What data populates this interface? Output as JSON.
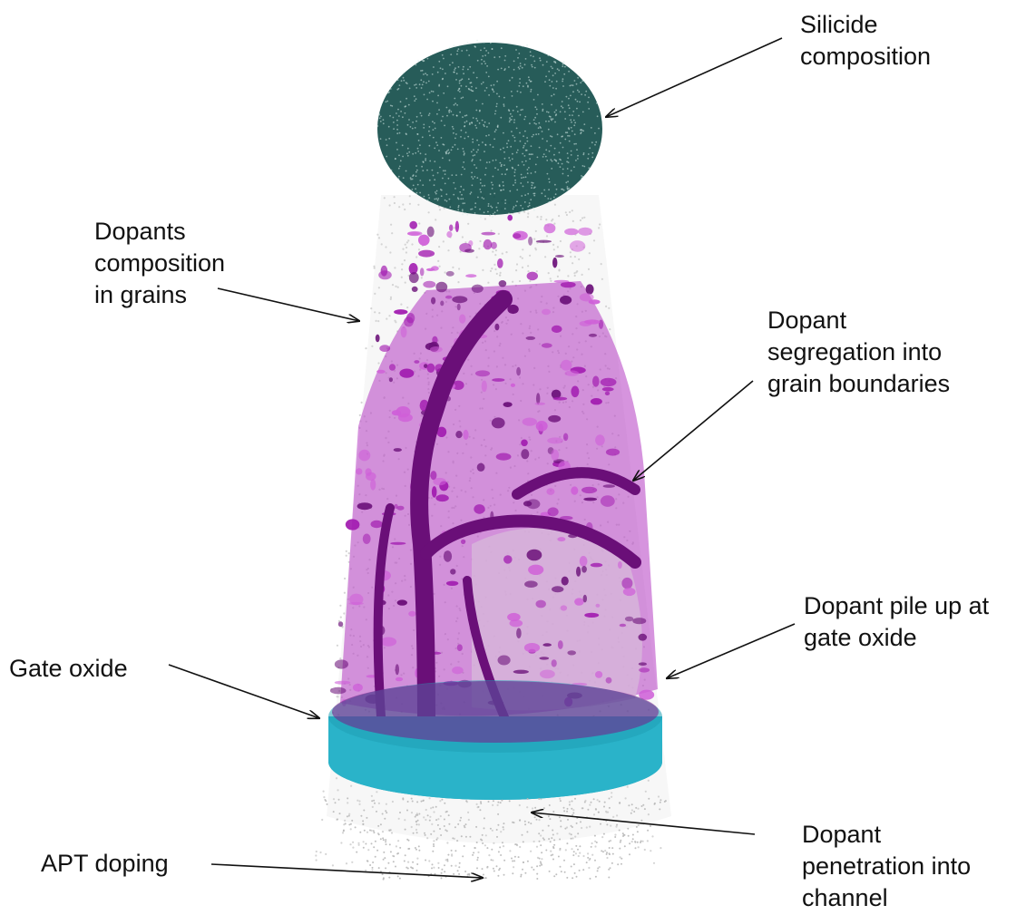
{
  "colors": {
    "silicide": "#0f4a47",
    "dopant": "#a21cb0",
    "dopant_dark": "#6a0f78",
    "dopant_light": "#cf5fd8",
    "gate_oxide": "#2ab3c9",
    "background_atoms": "#cfcfcf",
    "text": "#111111"
  },
  "labels": {
    "silicide": [
      "Silicide",
      "composition"
    ],
    "dopants_grains": [
      "Dopants",
      "composition",
      "in grains"
    ],
    "segregation": [
      "Dopant",
      "segregation into",
      "grain boundaries"
    ],
    "pile_up": [
      "Dopant pile up at",
      "gate oxide"
    ],
    "gate_oxide": [
      "Gate oxide"
    ],
    "apt_doping": [
      "APT doping"
    ],
    "penetration": [
      "Dopant",
      "penetration into",
      "channel"
    ]
  }
}
